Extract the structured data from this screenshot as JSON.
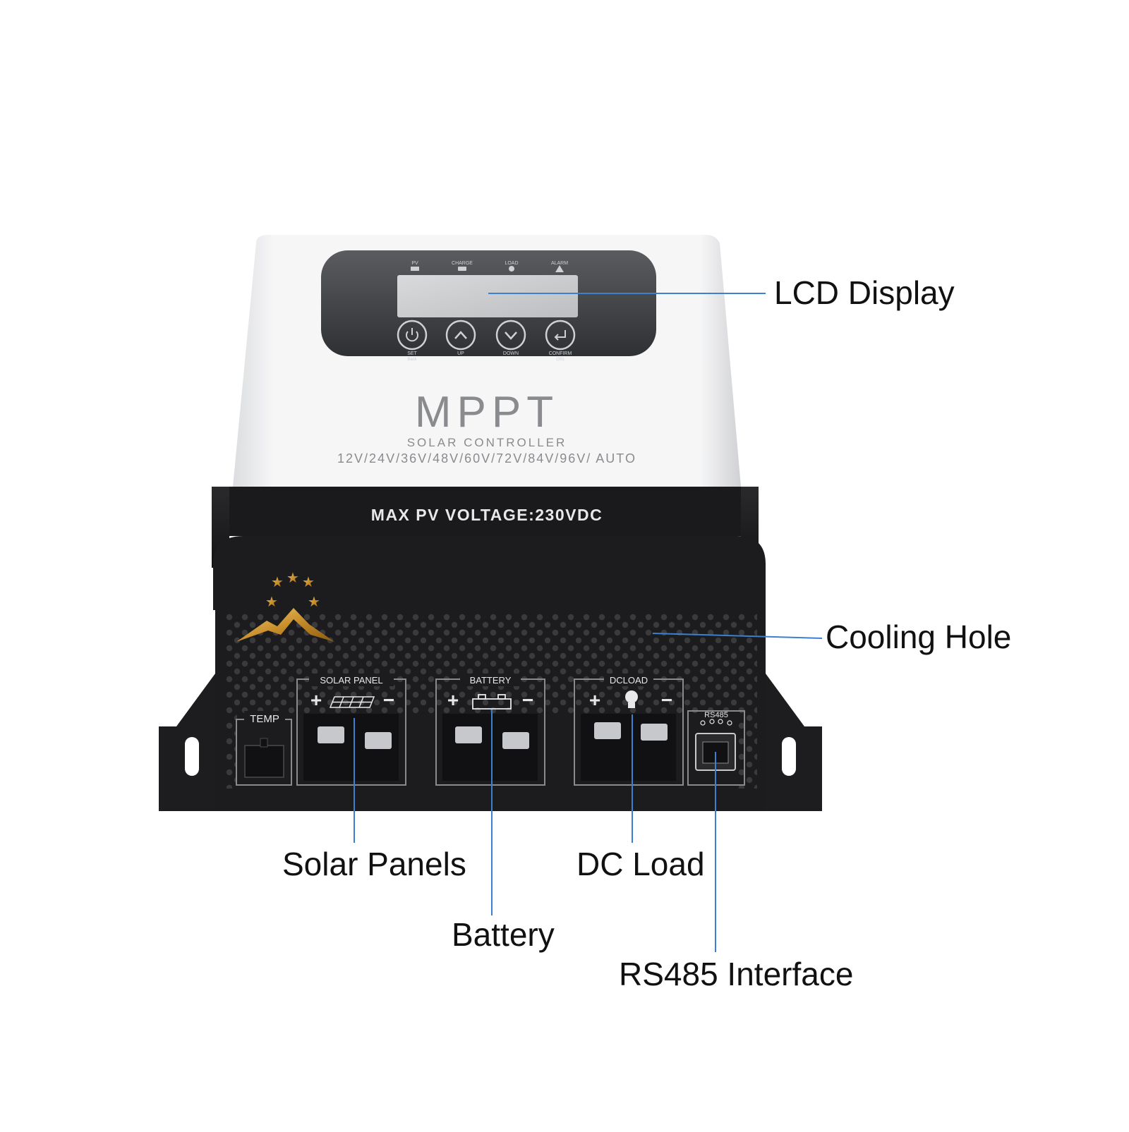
{
  "device": {
    "indicators": [
      "PV",
      "CHARGE",
      "LOAD",
      "ALARM"
    ],
    "buttons": [
      {
        "label": "SET",
        "sub": "Back"
      },
      {
        "label": "UP",
        "sub": ""
      },
      {
        "label": "DOWN",
        "sub": ""
      },
      {
        "label": "CONFIRM",
        "sub": "(3S)"
      }
    ],
    "brand": "MPPT",
    "product": "SOLAR CONTROLLER",
    "voltages": "12V/24V/36V/48V/60V/72V/84V/96V/ AUTO",
    "max_pv": "MAX  PV  VOLTAGE:230VDC",
    "temp_label": "TEMP",
    "solar_panel_label": "SOLAR PANEL",
    "battery_label": "BATTERY",
    "dcload_label": "DCLOAD",
    "rs485_label": "RS485",
    "plus": "+",
    "minus": "−"
  },
  "callouts": {
    "lcd": "LCD Display",
    "cooling": "Cooling Hole",
    "solar": "Solar Panels",
    "battery": "Battery",
    "dcload": "DC Load",
    "rs485": "RS485 Interface"
  },
  "colors": {
    "leader_line": "#3d7fd0",
    "case_white": "#f3f3f4",
    "case_black": "#1c1c1e",
    "logo_gold": "#d7a23c"
  }
}
